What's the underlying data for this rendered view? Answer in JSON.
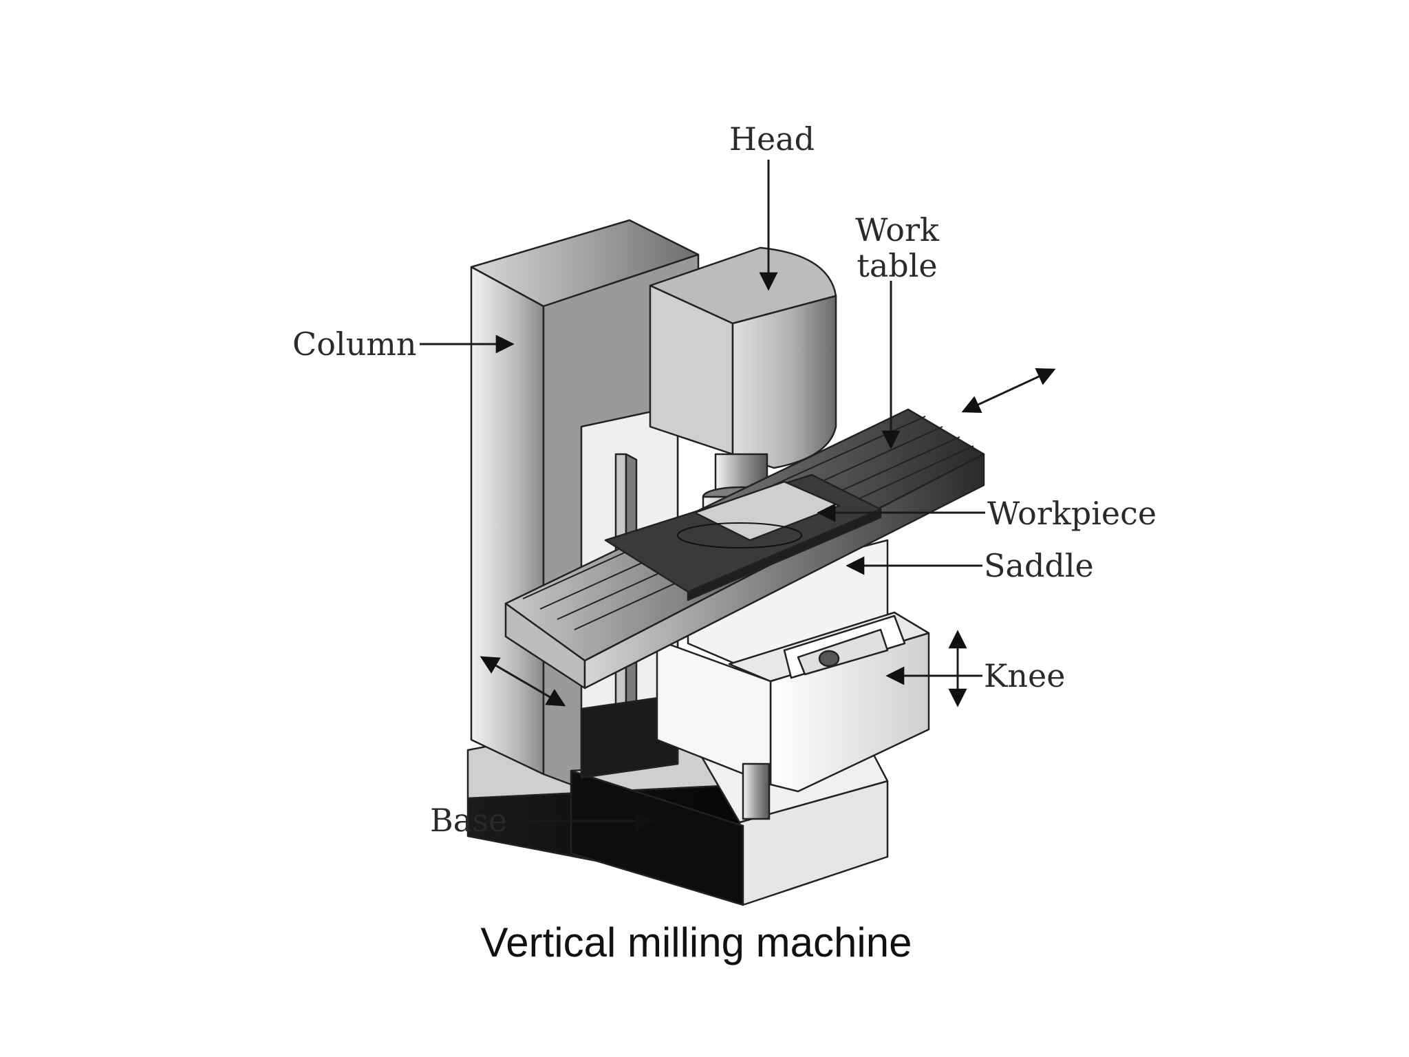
{
  "diagram": {
    "labels": {
      "head": "Head",
      "work_table_line1": "Work",
      "work_table_line2": "table",
      "column": "Column",
      "workpiece": "Workpiece",
      "saddle": "Saddle",
      "knee": "Knee",
      "base": "Base"
    },
    "caption": "Vertical milling machine"
  }
}
